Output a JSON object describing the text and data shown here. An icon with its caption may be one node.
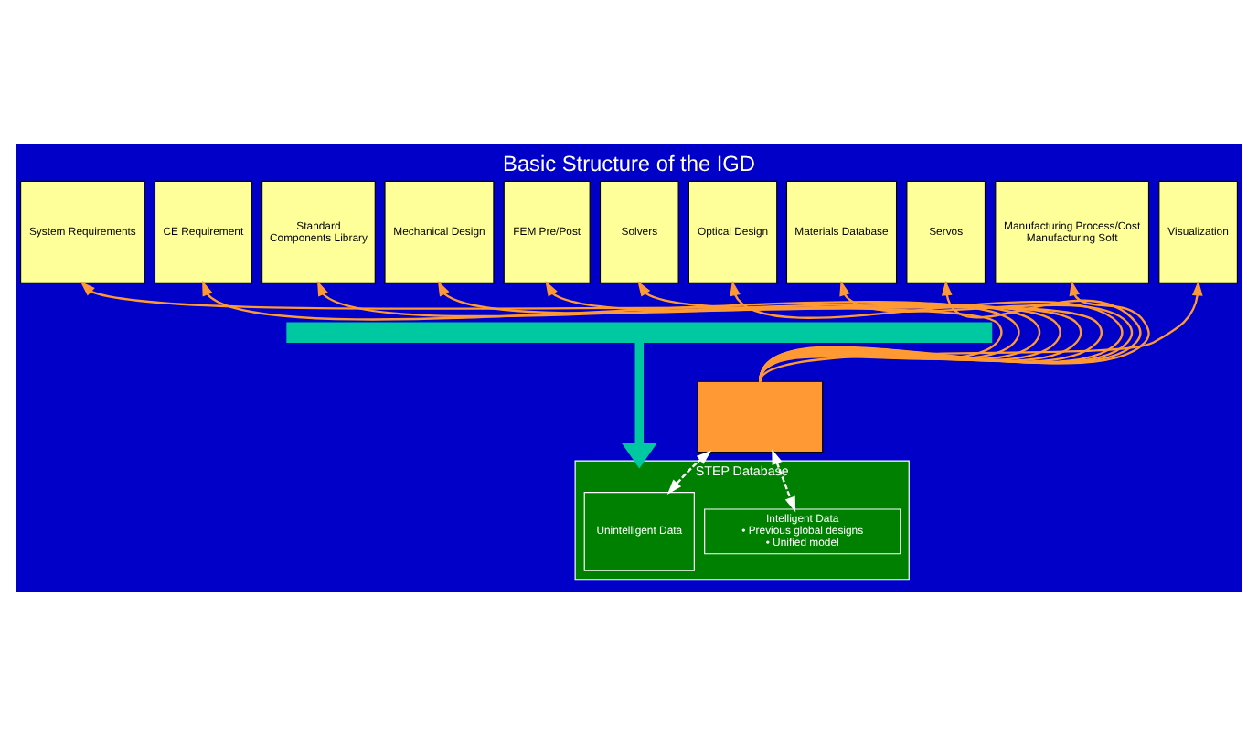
{
  "diagram": {
    "title": "Basic Structure of the IGD",
    "nodes": [
      {
        "text": [
          "System Requirements"
        ]
      },
      {
        "text": [
          "CE Requirement"
        ]
      },
      {
        "text": [
          "Standard",
          "Components Library"
        ]
      },
      {
        "text": [
          "Mechanical Design"
        ]
      },
      {
        "text": [
          "FEM Pre/Post"
        ]
      },
      {
        "text": [
          "Solvers"
        ]
      },
      {
        "text": [
          "Optical Design"
        ]
      },
      {
        "text": [
          "Materials Database"
        ]
      },
      {
        "text": [
          "Servos"
        ]
      },
      {
        "text": [
          "Manufacturing Process/Cost",
          "Manufacturing Soft"
        ]
      },
      {
        "text": [
          "Visualization"
        ]
      },
      {
        "text": [],
        "shape": "bar"
      },
      {
        "text": [
          "STEP Database"
        ]
      },
      {
        "text": [
          "Unintelligent Data"
        ],
        "in": 12
      },
      {
        "text": [
          "Intelligent Data",
          "• Previous global designs",
          "• Unified model"
        ],
        "in": 12
      },
      {
        "text": [],
        "shape": "box"
      }
    ],
    "edges": [
      {
        "from": 15,
        "to": 0,
        "arrow": "to"
      },
      {
        "from": 15,
        "to": 1,
        "arrow": "to"
      },
      {
        "from": 15,
        "to": 2,
        "arrow": "to"
      },
      {
        "from": 15,
        "to": 3,
        "arrow": "to"
      },
      {
        "from": 15,
        "to": 4,
        "arrow": "to"
      },
      {
        "from": 15,
        "to": 5,
        "arrow": "to"
      },
      {
        "from": 15,
        "to": 6,
        "arrow": "to"
      },
      {
        "from": 15,
        "to": 7,
        "arrow": "to"
      },
      {
        "from": 15,
        "to": 8,
        "arrow": "to"
      },
      {
        "from": 15,
        "to": 9,
        "arrow": "to"
      },
      {
        "from": 15,
        "to": 10,
        "arrow": "to"
      },
      {
        "from": 11,
        "to": 12,
        "arrow": "to",
        "style": "thick",
        "color": "#00c8a0"
      },
      {
        "from": 13,
        "to": 15,
        "arrow": "both",
        "style": "dashed",
        "color": "#ffffff"
      },
      {
        "from": 15,
        "to": 14,
        "arrow": "both",
        "style": "dashed",
        "color": "#ffffff"
      }
    ]
  }
}
